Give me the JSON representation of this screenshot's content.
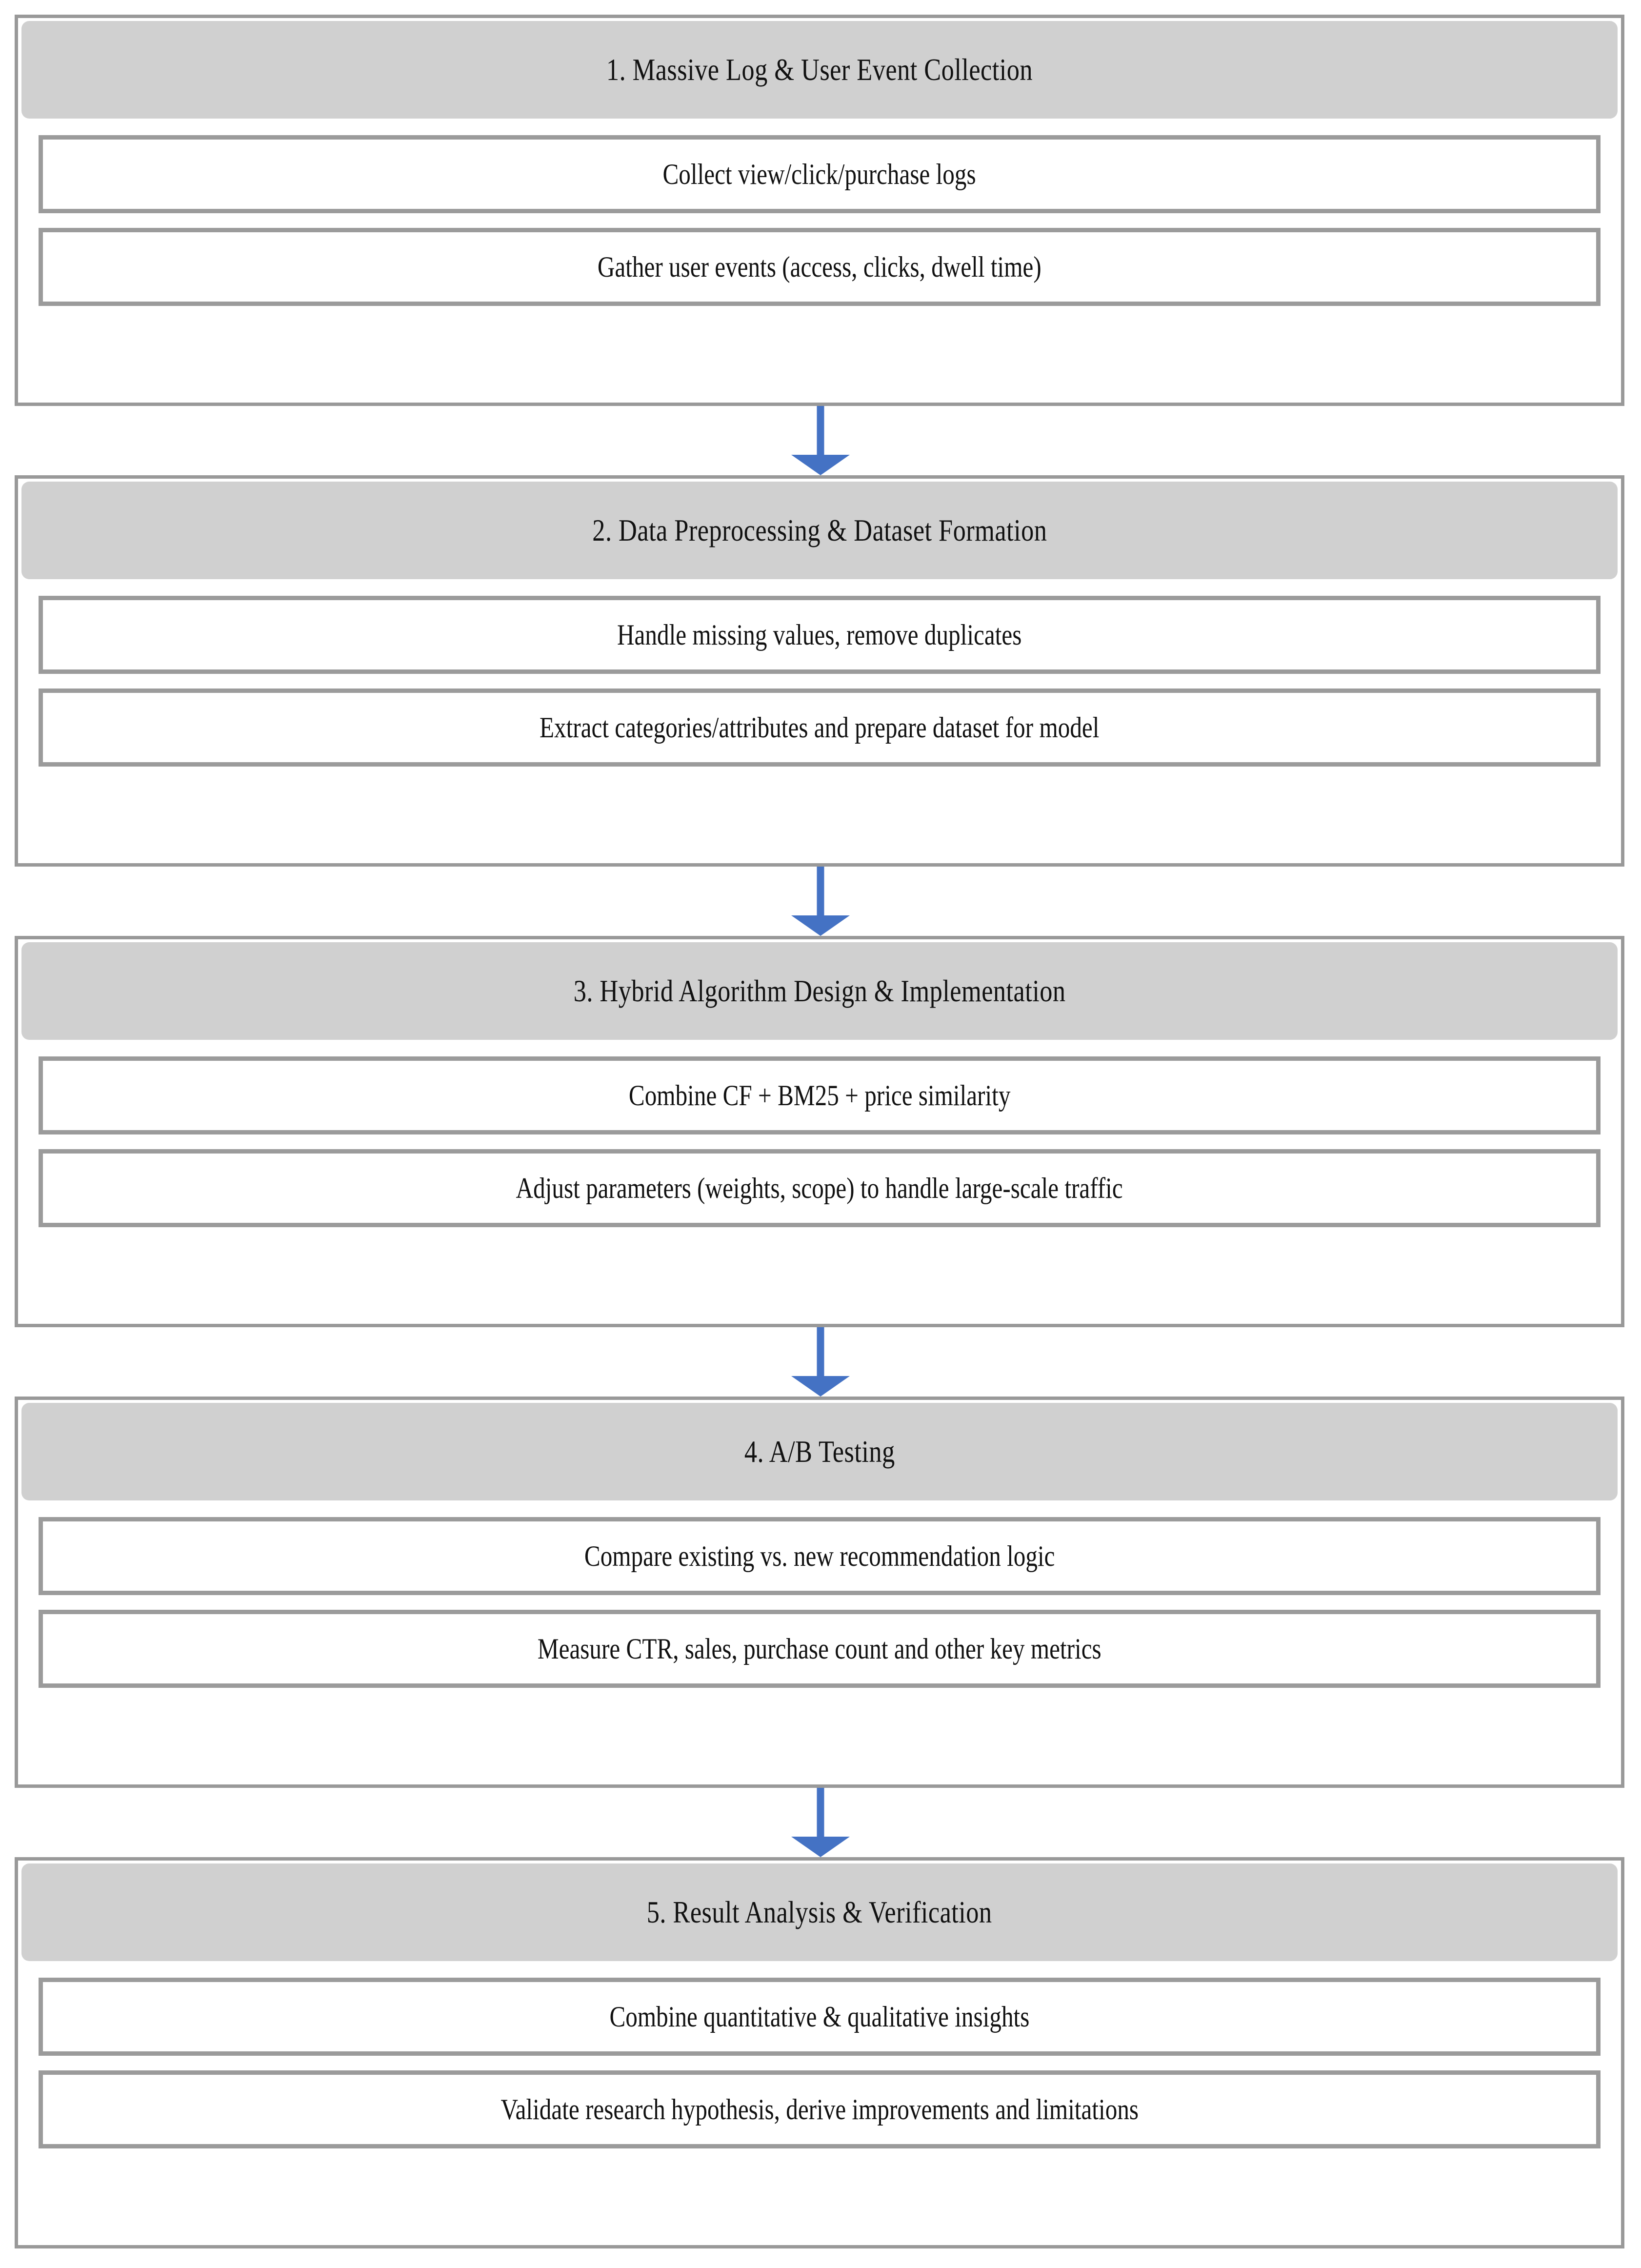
{
  "diagram": {
    "type": "vertical-flowchart",
    "orientation": "top-to-bottom",
    "connector_color": "#4472C4",
    "header_fill": "#D0D0D0",
    "border_color": "#999999",
    "item_fill": "#FFFFFF",
    "text_color": "#111111",
    "stages": [
      {
        "title": "1. Massive Log & User Event Collection",
        "items": [
          "Collect view/click/purchase logs",
          "Gather user events (access, clicks, dwell time)"
        ]
      },
      {
        "title": "2. Data Preprocessing & Dataset Formation",
        "items": [
          "Handle missing values, remove duplicates",
          "Extract categories/attributes and prepare dataset for model"
        ]
      },
      {
        "title": "3. Hybrid Algorithm Design & Implementation",
        "items": [
          "Combine CF + BM25 + price similarity",
          "Adjust parameters (weights, scope) to handle large-scale traffic"
        ]
      },
      {
        "title": "4. A/B Testing",
        "items": [
          "Compare existing vs. new recommendation logic",
          "Measure CTR, sales, purchase count and other key metrics"
        ]
      },
      {
        "title": "5. Result Analysis & Verification",
        "items": [
          "Combine quantitative & qualitative insights",
          "Validate research hypothesis, derive improvements and limitations"
        ]
      }
    ],
    "connectors": [
      {
        "from": "1. Massive Log & User Event Collection",
        "to": "2. Data Preprocessing & Dataset Formation"
      },
      {
        "from": "2. Data Preprocessing & Dataset Formation",
        "to": "3. Hybrid Algorithm Design & Implementation"
      },
      {
        "from": "3. Hybrid Algorithm Design & Implementation",
        "to": "4. A/B Testing"
      },
      {
        "from": "4. A/B Testing",
        "to": "5. Result Analysis & Verification"
      }
    ]
  }
}
